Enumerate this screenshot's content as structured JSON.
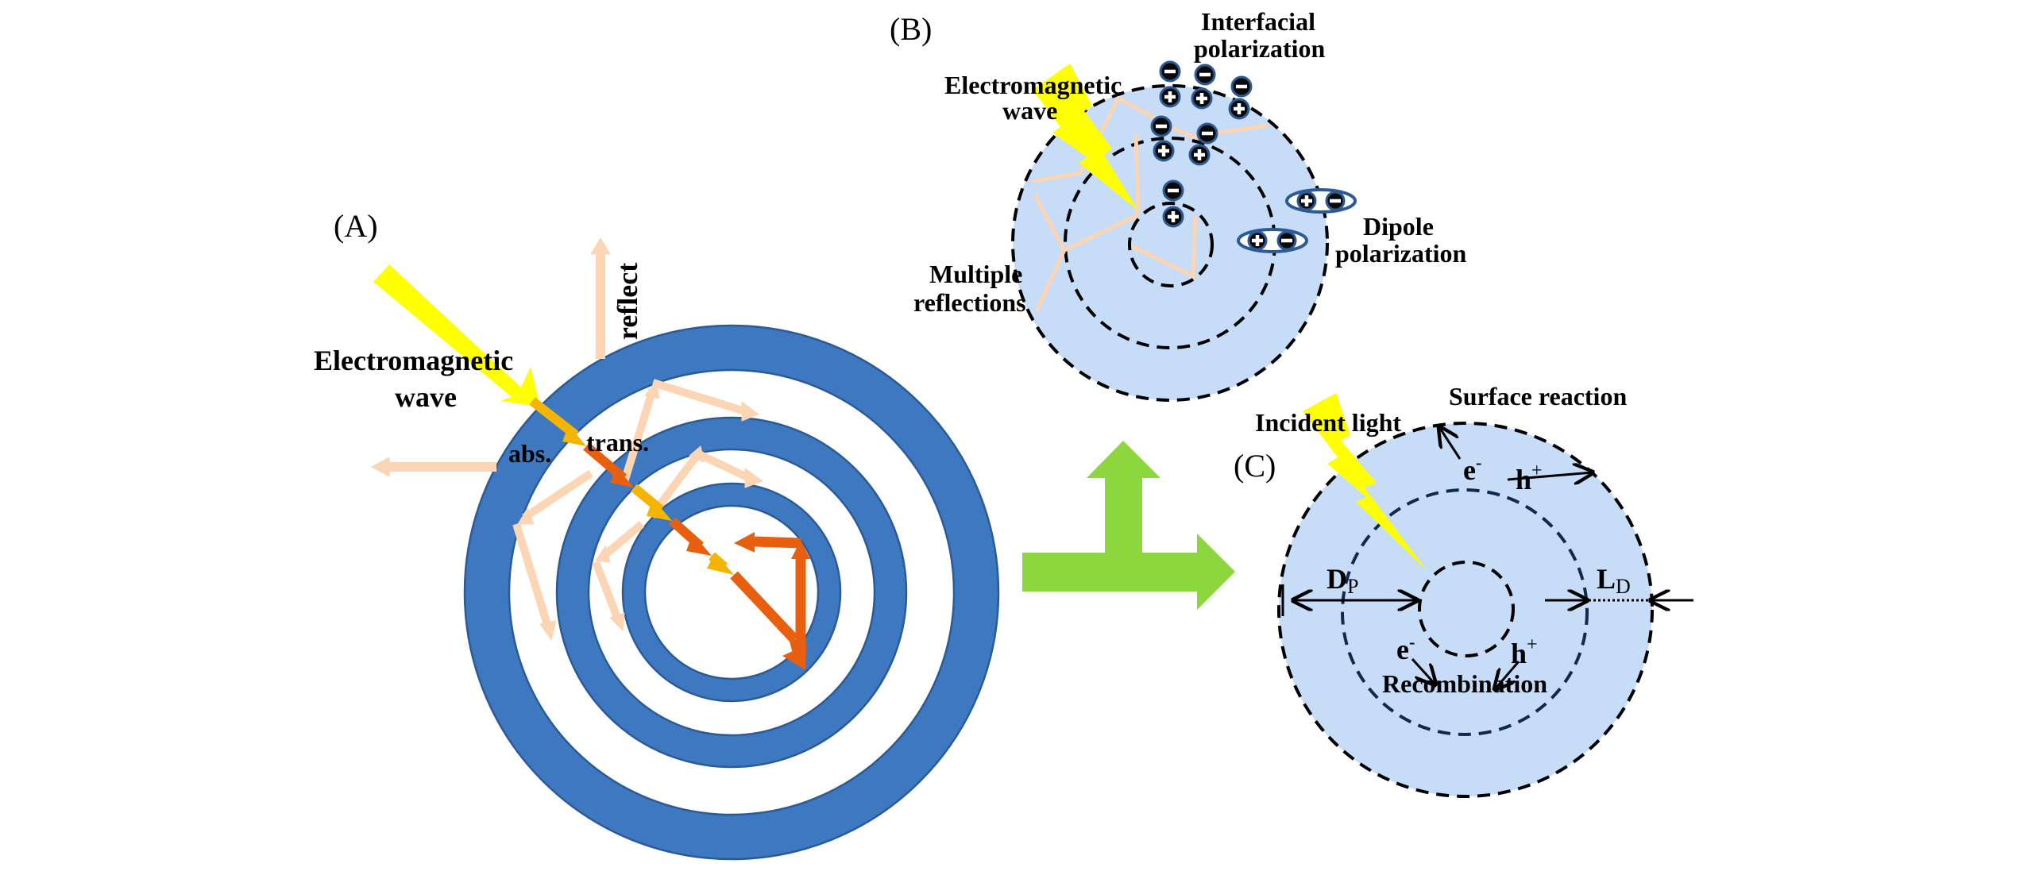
{
  "figure": {
    "description": "Schematic of electromagnetic wave interaction with hollow multi-shell spheres",
    "colors": {
      "shell_blue": "#3d78c1",
      "shell_edge": "#2b5a94",
      "particle_fill": "#c6dcf7",
      "incident_yellow": "#ffff00",
      "absorbed_amber": "#f5b400",
      "transmitted_orange": "#e8600f",
      "reflected_peach": "#fcd5b4",
      "transition_green": "#8dd73e"
    }
  },
  "panel_a": {
    "tag": "(A)",
    "incident_label_line1": "Electromagnetic",
    "incident_label_line2": "wave",
    "reflect_label": "reflect",
    "absorb_label": "abs.",
    "transmit_label": "trans.",
    "shell_count": 3
  },
  "panel_b": {
    "tag": "(B)",
    "incident_label_line1": "Electromagnetic",
    "incident_label_line2": "wave",
    "interfacial_label_line1": "Interfacial",
    "interfacial_label_line2": "polarization",
    "dipole_label_line1": "Dipole",
    "dipole_label_line2": "polarization",
    "reflections_label_line1": "Multiple",
    "reflections_label_line2": "reflections",
    "charge_pair_count": 6,
    "dipole_count": 2,
    "charge_symbols": {
      "positive": "+",
      "negative": "−"
    }
  },
  "panel_c": {
    "tag": "(C)",
    "incident_label": "Incident light",
    "surface_label": "Surface reaction",
    "electron_symbol": "e",
    "electron_sup": "-",
    "hole_symbol": "h",
    "hole_sup": "+",
    "recombination_label": "Recombination",
    "dp_main": "D",
    "dp_sub": "P",
    "ld_main": "L",
    "ld_sub": "D"
  }
}
